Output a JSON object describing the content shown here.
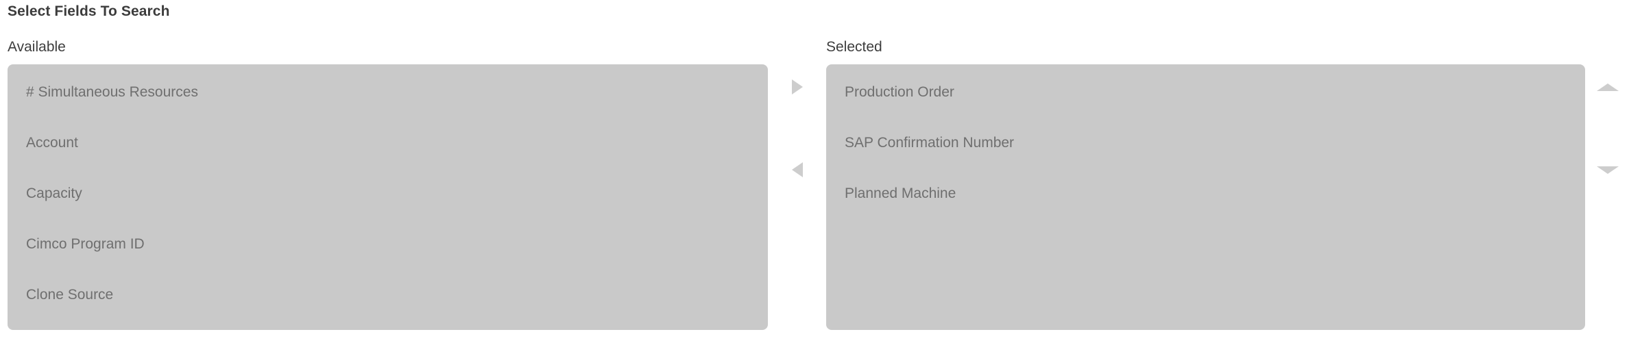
{
  "section": {
    "title": "Select Fields To Search"
  },
  "available": {
    "label": "Available",
    "items": [
      {
        "label": "# Simultaneous Resources"
      },
      {
        "label": "Account"
      },
      {
        "label": "Capacity"
      },
      {
        "label": "Cimco Program ID"
      },
      {
        "label": "Clone Source"
      }
    ]
  },
  "selected": {
    "label": "Selected",
    "items": [
      {
        "label": "Production Order"
      },
      {
        "label": "SAP Confirmation Number"
      },
      {
        "label": "Planned Machine"
      }
    ]
  },
  "transfer_controls": [
    {
      "icon": "triangle-right-icon",
      "action": "move-right"
    },
    {
      "icon": "triangle-left-icon",
      "action": "move-left"
    }
  ],
  "reorder_controls": [
    {
      "icon": "triangle-up-icon",
      "action": "move-up"
    },
    {
      "icon": "triangle-down-icon",
      "action": "move-down"
    }
  ],
  "colors": {
    "panel_background": "#c9c9c9",
    "item_text": "#6f6f6f",
    "label_text": "#3d3d3d",
    "title_text": "#3c3c3c",
    "arrow_fill": "#cdcdcd",
    "page_background": "#ffffff"
  }
}
